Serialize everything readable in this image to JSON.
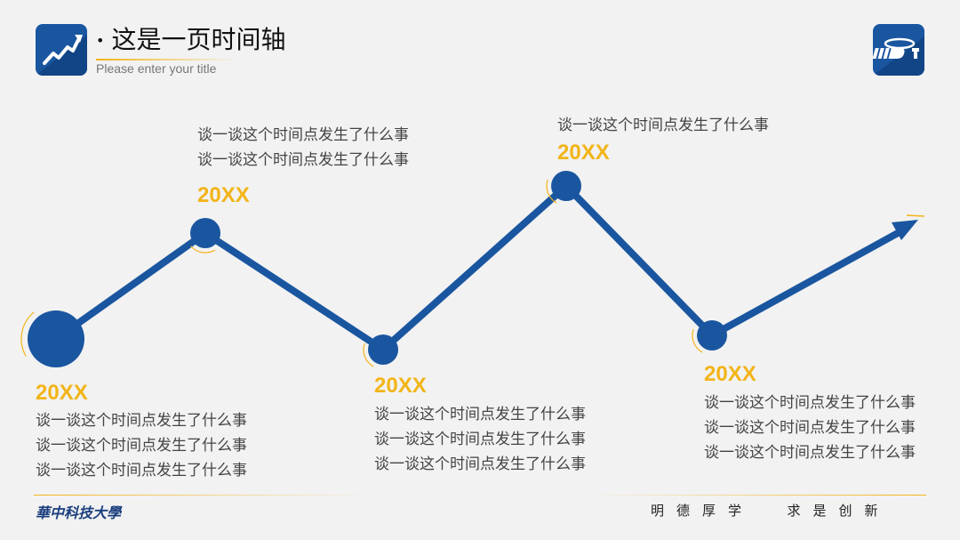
{
  "header": {
    "title": "这是一页时间轴",
    "subtitle": "Please enter your  title"
  },
  "timeline": {
    "milestones": [
      {
        "year": "20XX",
        "lines": [
          "谈一谈这个时间点发生了什么事",
          "谈一谈这个时间点发生了什么事",
          "谈一谈这个时间点发生了什么事"
        ]
      },
      {
        "year": "20XX",
        "lines": [
          "谈一谈这个时间点发生了什么事",
          "谈一谈这个时间点发生了什么事"
        ]
      },
      {
        "year": "20XX",
        "lines": [
          "谈一谈这个时间点发生了什么事",
          "谈一谈这个时间点发生了什么事",
          "谈一谈这个时间点发生了什么事"
        ]
      },
      {
        "year": "20XX",
        "lines": [
          "谈一谈这个时间点发生了什么事"
        ]
      },
      {
        "year": "20XX",
        "lines": [
          "谈一谈这个时间点发生了什么事",
          "谈一谈这个时间点发生了什么事",
          "谈一谈这个时间点发生了什么事"
        ]
      }
    ]
  },
  "footer": {
    "university": "華中科技大學",
    "motto": "明德厚学  求是创新"
  },
  "colors": {
    "primary": "#1a56a0",
    "accent": "#f2b418",
    "background": "#f2f2f2"
  },
  "icons": {
    "header_logo": "trend-arrow-icon",
    "brand_logo": "hust-logo-icon"
  }
}
